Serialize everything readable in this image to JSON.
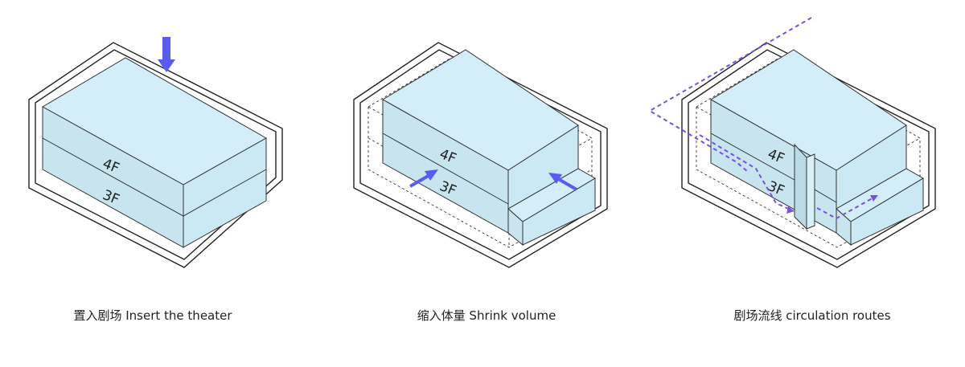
{
  "panels": [
    {
      "caption": "置入剧场 Insert the theater",
      "floors": [
        "4F",
        "3F"
      ]
    },
    {
      "caption": "缩入体量 Shrink volume",
      "floors": [
        "4F",
        "3F"
      ]
    },
    {
      "caption": "剧场流线 circulation routes",
      "floors": [
        "4F",
        "3F"
      ]
    }
  ],
  "colors": {
    "box_top": "#d3eef8",
    "box_front": "#c5e2ec",
    "box_side": "#c9e8f3",
    "edge": "#222222",
    "arrow_blue": "#5a5cf0",
    "route_purple": "#7b4fe0"
  }
}
